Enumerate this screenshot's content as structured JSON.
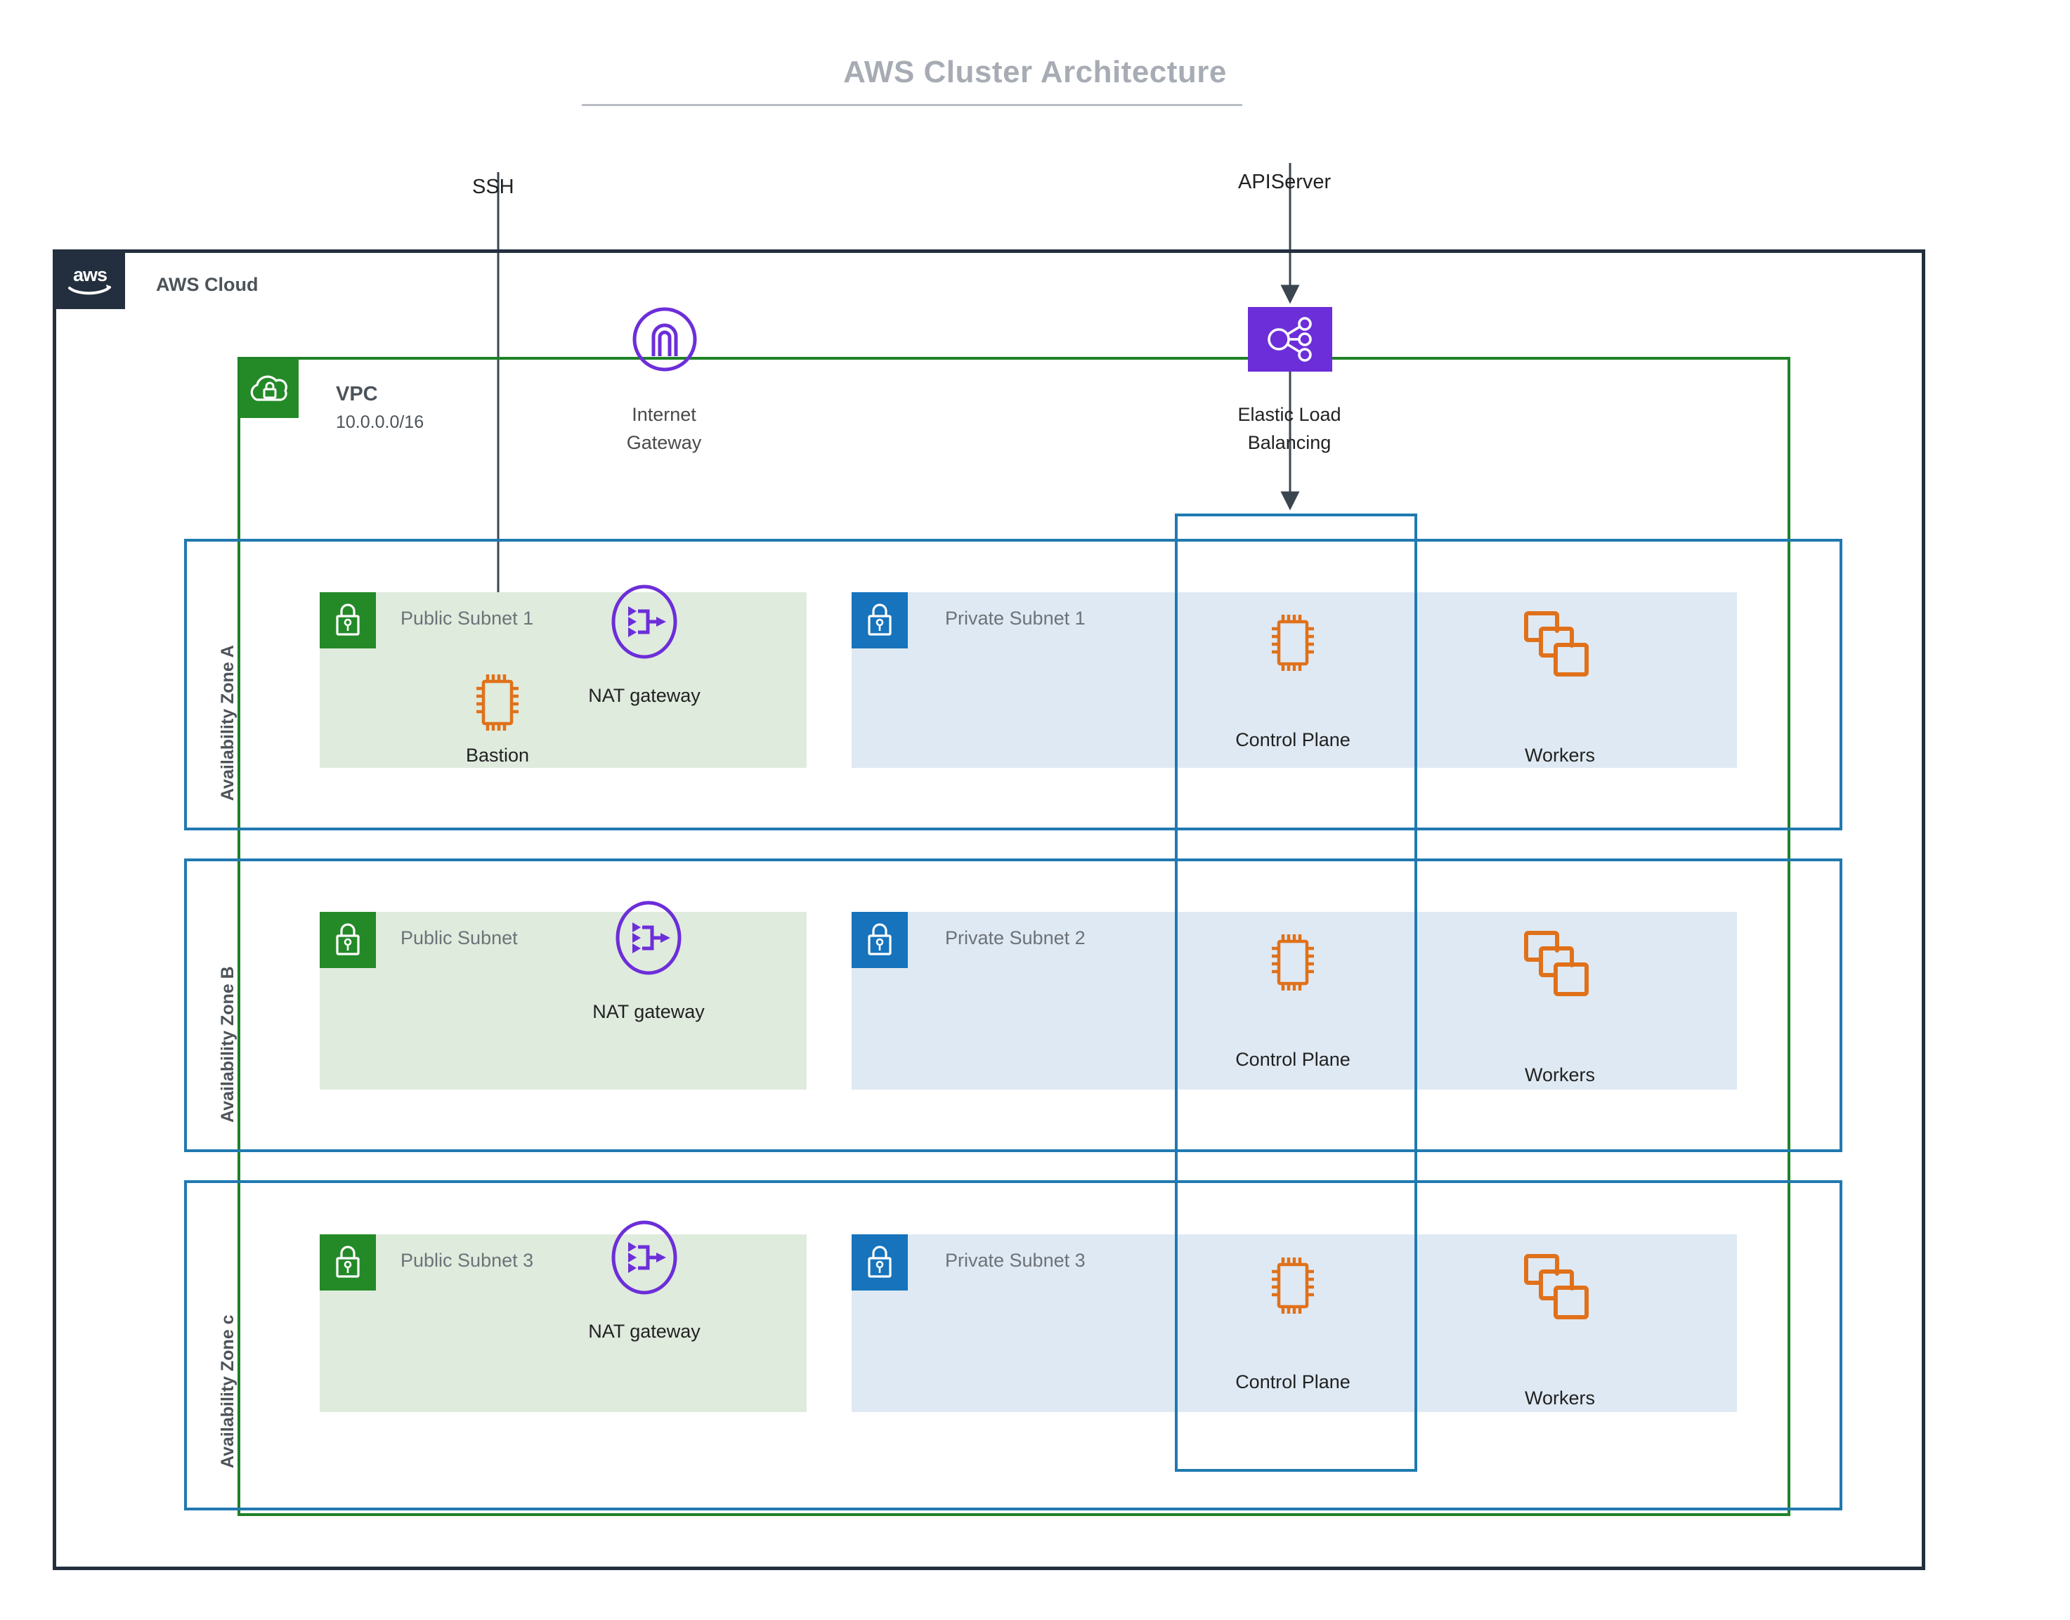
{
  "title": "AWS Cluster Architecture",
  "cloud": {
    "label": "AWS Cloud",
    "logo_icon": "aws-logo-icon"
  },
  "vpc": {
    "label": "VPC",
    "cidr": "10.0.0.0/16",
    "icon": "vpc-cloud-lock-icon"
  },
  "gateways": {
    "internet_gateway": {
      "label_line1": "Internet",
      "label_line2": "Gateway",
      "icon": "internet-gateway-icon"
    },
    "elastic_load_balancing": {
      "label_line1": "Elastic Load",
      "label_line2": "Balancing",
      "icon": "elastic-load-balancing-icon"
    }
  },
  "annotations": [
    {
      "label": "SSH",
      "target": "Bastion"
    },
    {
      "label": "APIServer",
      "target": "Elastic Load Balancing"
    }
  ],
  "zones": [
    {
      "label": "Availability Zone A",
      "public_subnet": {
        "name": "Public Subnet 1",
        "icon": "public-subnet-lock-icon"
      },
      "private_subnet": {
        "name": "Private Subnet 1",
        "icon": "private-subnet-lock-icon"
      },
      "nat_gateway": {
        "label": "NAT gateway",
        "icon": "nat-gateway-icon"
      },
      "bastion": {
        "label": "Bastion",
        "icon": "chip-icon"
      },
      "control_plane": {
        "label": "Control Plane",
        "icon": "chip-icon"
      },
      "workers": {
        "label": "Workers",
        "icon": "stacked-squares-icon"
      }
    },
    {
      "label": "Availability Zone B",
      "public_subnet": {
        "name": "Public Subnet",
        "icon": "public-subnet-lock-icon"
      },
      "private_subnet": {
        "name": "Private Subnet 2",
        "icon": "private-subnet-lock-icon"
      },
      "nat_gateway": {
        "label": "NAT gateway",
        "icon": "nat-gateway-icon"
      },
      "bastion": null,
      "control_plane": {
        "label": "Control Plane",
        "icon": "chip-icon"
      },
      "workers": {
        "label": "Workers",
        "icon": "stacked-squares-icon"
      }
    },
    {
      "label": "Availability Zone c",
      "public_subnet": {
        "name": "Public Subnet 3",
        "icon": "public-subnet-lock-icon"
      },
      "private_subnet": {
        "name": "Private Subnet 3",
        "icon": "private-subnet-lock-icon"
      },
      "nat_gateway": {
        "label": "NAT gateway",
        "icon": "nat-gateway-icon"
      },
      "bastion": null,
      "control_plane": {
        "label": "Control Plane",
        "icon": "chip-icon"
      },
      "workers": {
        "label": "Workers",
        "icon": "stacked-squares-icon"
      }
    }
  ],
  "colors": {
    "aws_navy": "#232f3e",
    "vpc_green": "#1e8227",
    "subnet_green": "#248a28",
    "subnet_blue": "#1673bc",
    "az_blue": "#2079b0",
    "purple": "#6c2ed9",
    "orange": "#e0711a",
    "band_green": "#dfebdd",
    "band_blue": "#dfe9f3",
    "title_gray": "#a7acb4"
  }
}
